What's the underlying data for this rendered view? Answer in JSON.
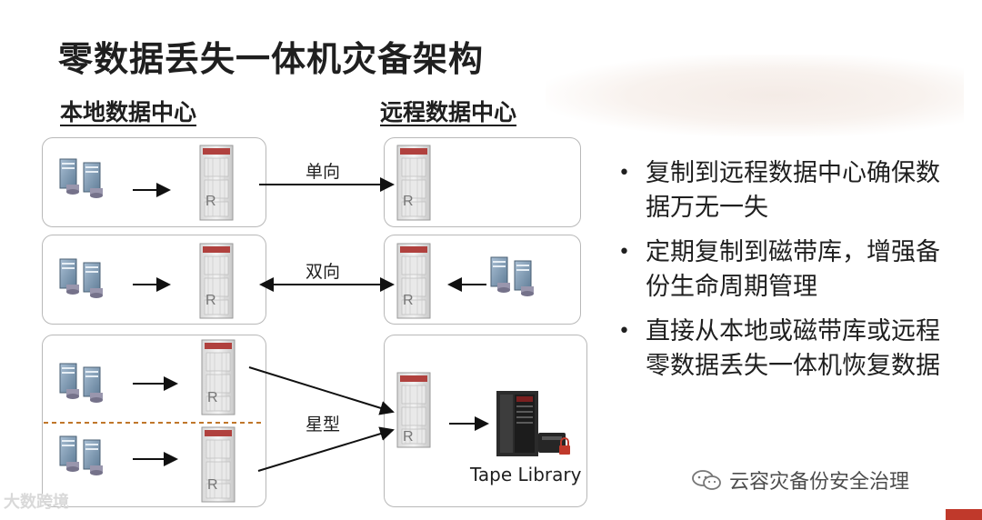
{
  "title": "零数据丢失一体机灾备架构",
  "sections": {
    "local": "本地数据中心",
    "remote": "远程数据中心"
  },
  "links": {
    "one_way": "单向",
    "two_way": "双向",
    "star": "星型"
  },
  "rack_glyph": "R",
  "tape_library_label": "Tape Library",
  "bullets": [
    "复制到远程数据中心确保数据万无一失",
    "定期复制到磁带库，增强备份生命周期管理",
    "直接从本地或磁带库或远程零数据丢失一体机恢复数据"
  ],
  "watermarks": {
    "left": "大数跨境",
    "right": "云容灾备份安全治理"
  },
  "icons": {
    "server": "server-stack-icon",
    "rack": "appliance-rack-icon",
    "tape": "tape-library-icon",
    "lock": "lock-icon",
    "wechat": "wechat-icon"
  },
  "colors": {
    "accent_red": "#c0392b",
    "divider": "#c0762a"
  }
}
